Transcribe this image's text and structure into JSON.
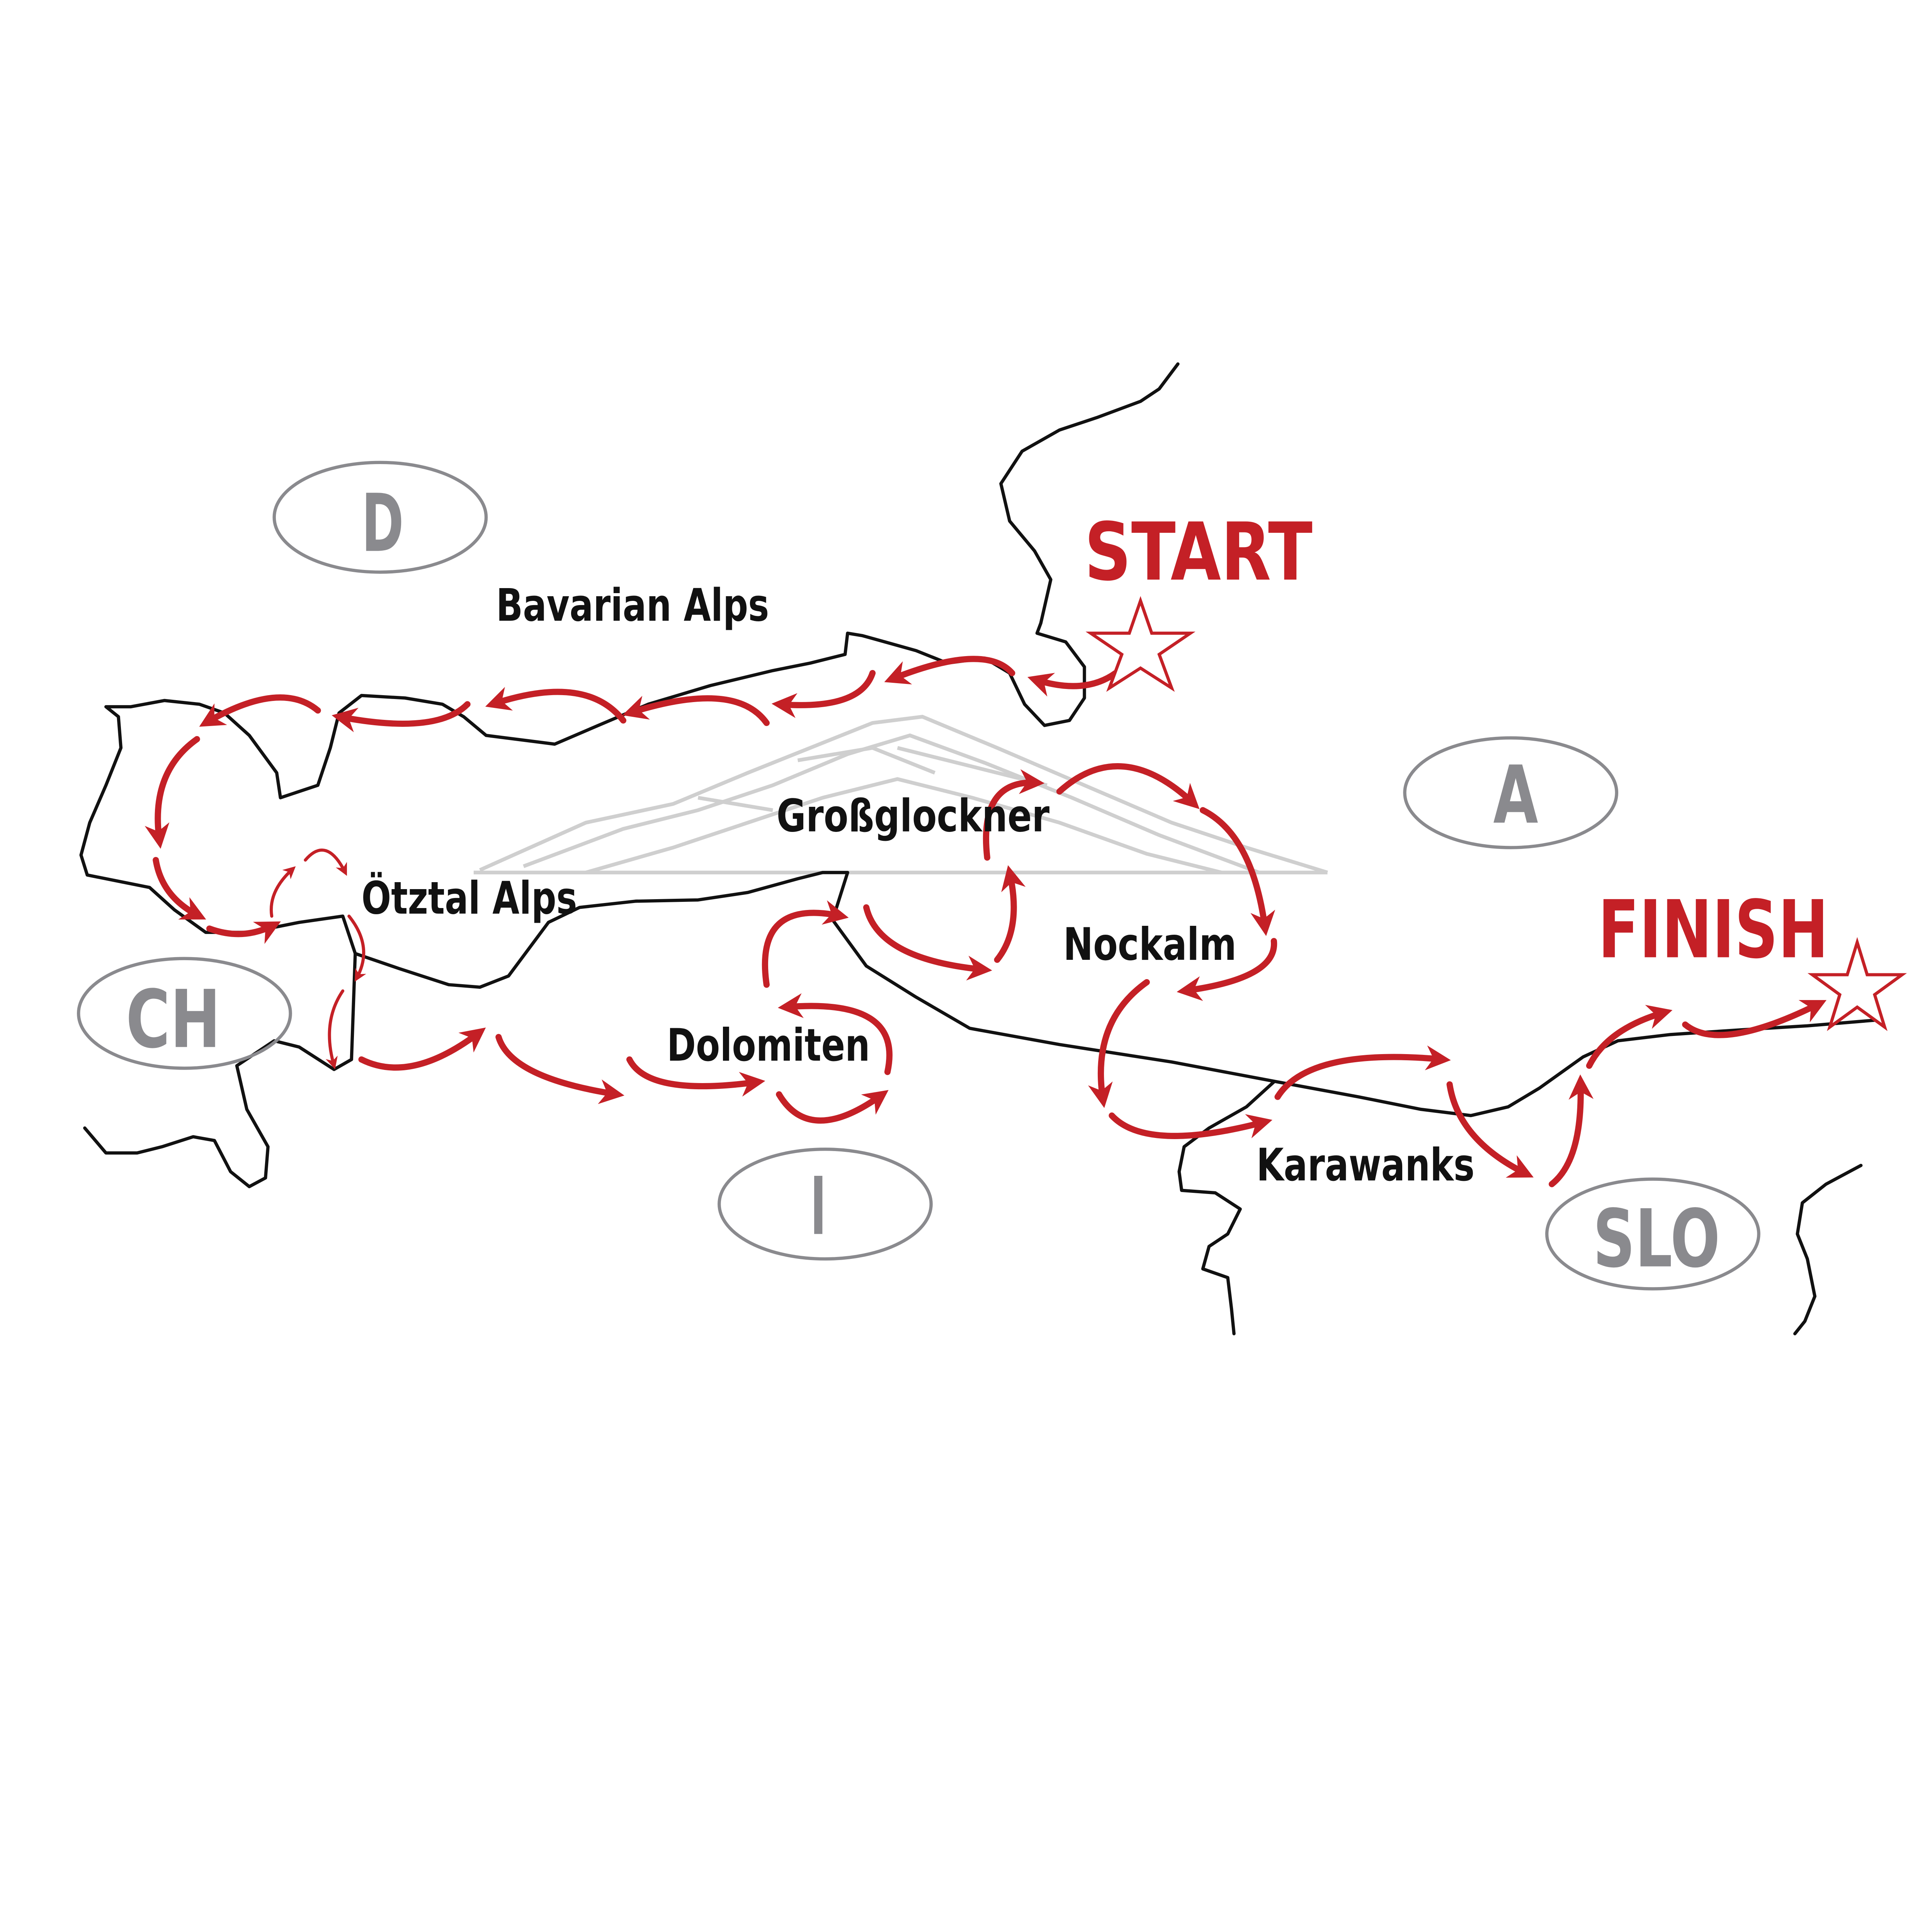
{
  "colors": {
    "route": "#c42026",
    "border": "#111111",
    "country": "#8a8a8e",
    "mountain": "#cfcfcf"
  },
  "countries": [
    {
      "code": "D"
    },
    {
      "code": "A"
    },
    {
      "code": "CH"
    },
    {
      "code": "I"
    },
    {
      "code": "SLO"
    }
  ],
  "places": {
    "bavarian_alps": "Bavarian Alps",
    "grossglockner": "Großglockner",
    "oetztal_alps": "Ötztal Alps",
    "nockalm": "Nockalm",
    "dolomiten": "Dolomiten",
    "karawanks": "Karawanks"
  },
  "markers": {
    "start": "START",
    "finish": "FINISH"
  }
}
